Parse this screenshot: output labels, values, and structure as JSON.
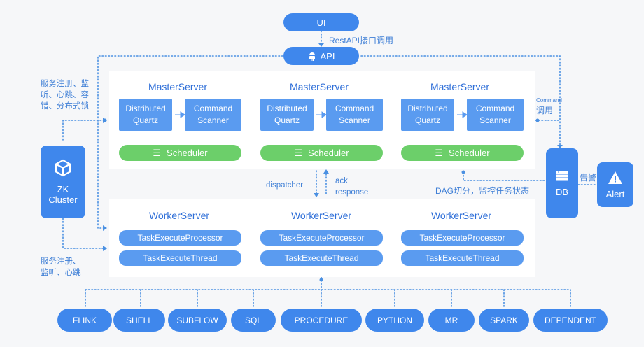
{
  "ui": {
    "label": "UI"
  },
  "restapi_label": "RestAPI接口调用",
  "api": {
    "label": "API",
    "icon": "android-icon"
  },
  "master_servers": [
    {
      "title": "MasterServer",
      "quartz": [
        "Distributed",
        "Quartz"
      ],
      "scanner": [
        "Command",
        "Scanner"
      ],
      "scheduler": "Scheduler"
    },
    {
      "title": "MasterServer",
      "quartz": [
        "Distributed",
        "Quartz"
      ],
      "scanner": [
        "Command",
        "Scanner"
      ],
      "scheduler": "Scheduler"
    },
    {
      "title": "MasterServer",
      "quartz": [
        "Distributed",
        "Quartz"
      ],
      "scanner": [
        "Command",
        "Scanner"
      ],
      "scheduler": "Scheduler"
    }
  ],
  "worker_servers": [
    {
      "title": "WorkerServer",
      "processor": "TaskExecuteProcessor",
      "thread": "TaskExecuteThread"
    },
    {
      "title": "WorkerServer",
      "processor": "TaskExecuteProcessor",
      "thread": "TaskExecuteThread"
    },
    {
      "title": "WorkerServer",
      "processor": "TaskExecuteProcessor",
      "thread": "TaskExecuteThread"
    }
  ],
  "zk": {
    "line1": "ZK",
    "line2": "Cluster"
  },
  "db": {
    "label": "DB"
  },
  "alert": {
    "label": "Alert"
  },
  "labels": {
    "zk_master": [
      "服务注册、监",
      "听、心跳、容",
      "错、分布式锁"
    ],
    "zk_worker": [
      "服务注册、",
      "监听、心跳"
    ],
    "command_small": "Command",
    "command_call": "调用",
    "dispatcher": "dispatcher",
    "ack": [
      "ack",
      "response"
    ],
    "dag": "DAG切分，监控任务状态",
    "alarm": "告警"
  },
  "task_types": [
    "FLINK",
    "SHELL",
    "SUBFLOW",
    "SQL",
    "PROCEDURE",
    "PYTHON",
    "MR",
    "SPARK",
    "DEPENDENT"
  ],
  "colors": {
    "primary": "#3f87ec",
    "box": "#5a9bf0",
    "green": "#6ccf6a",
    "title": "#2f6fd8",
    "background": "#f6f7f9"
  }
}
